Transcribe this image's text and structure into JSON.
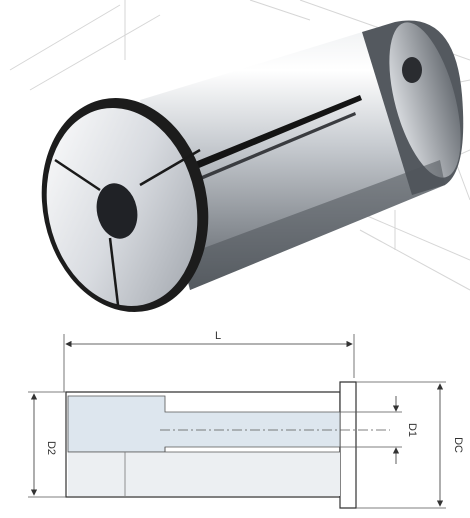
{
  "drawing": {
    "dimensions": {
      "length_label": "L",
      "d2_label": "D2",
      "d1_label": "D1",
      "dc_label": "DC"
    }
  },
  "colors": {
    "steel_light": "#f4f5f6",
    "steel_mid": "#b8bcc2",
    "steel_dark": "#5a5e64",
    "black_ring": "#1e1e1e",
    "bore_blue": "#dde6ee",
    "line": "#333333"
  }
}
